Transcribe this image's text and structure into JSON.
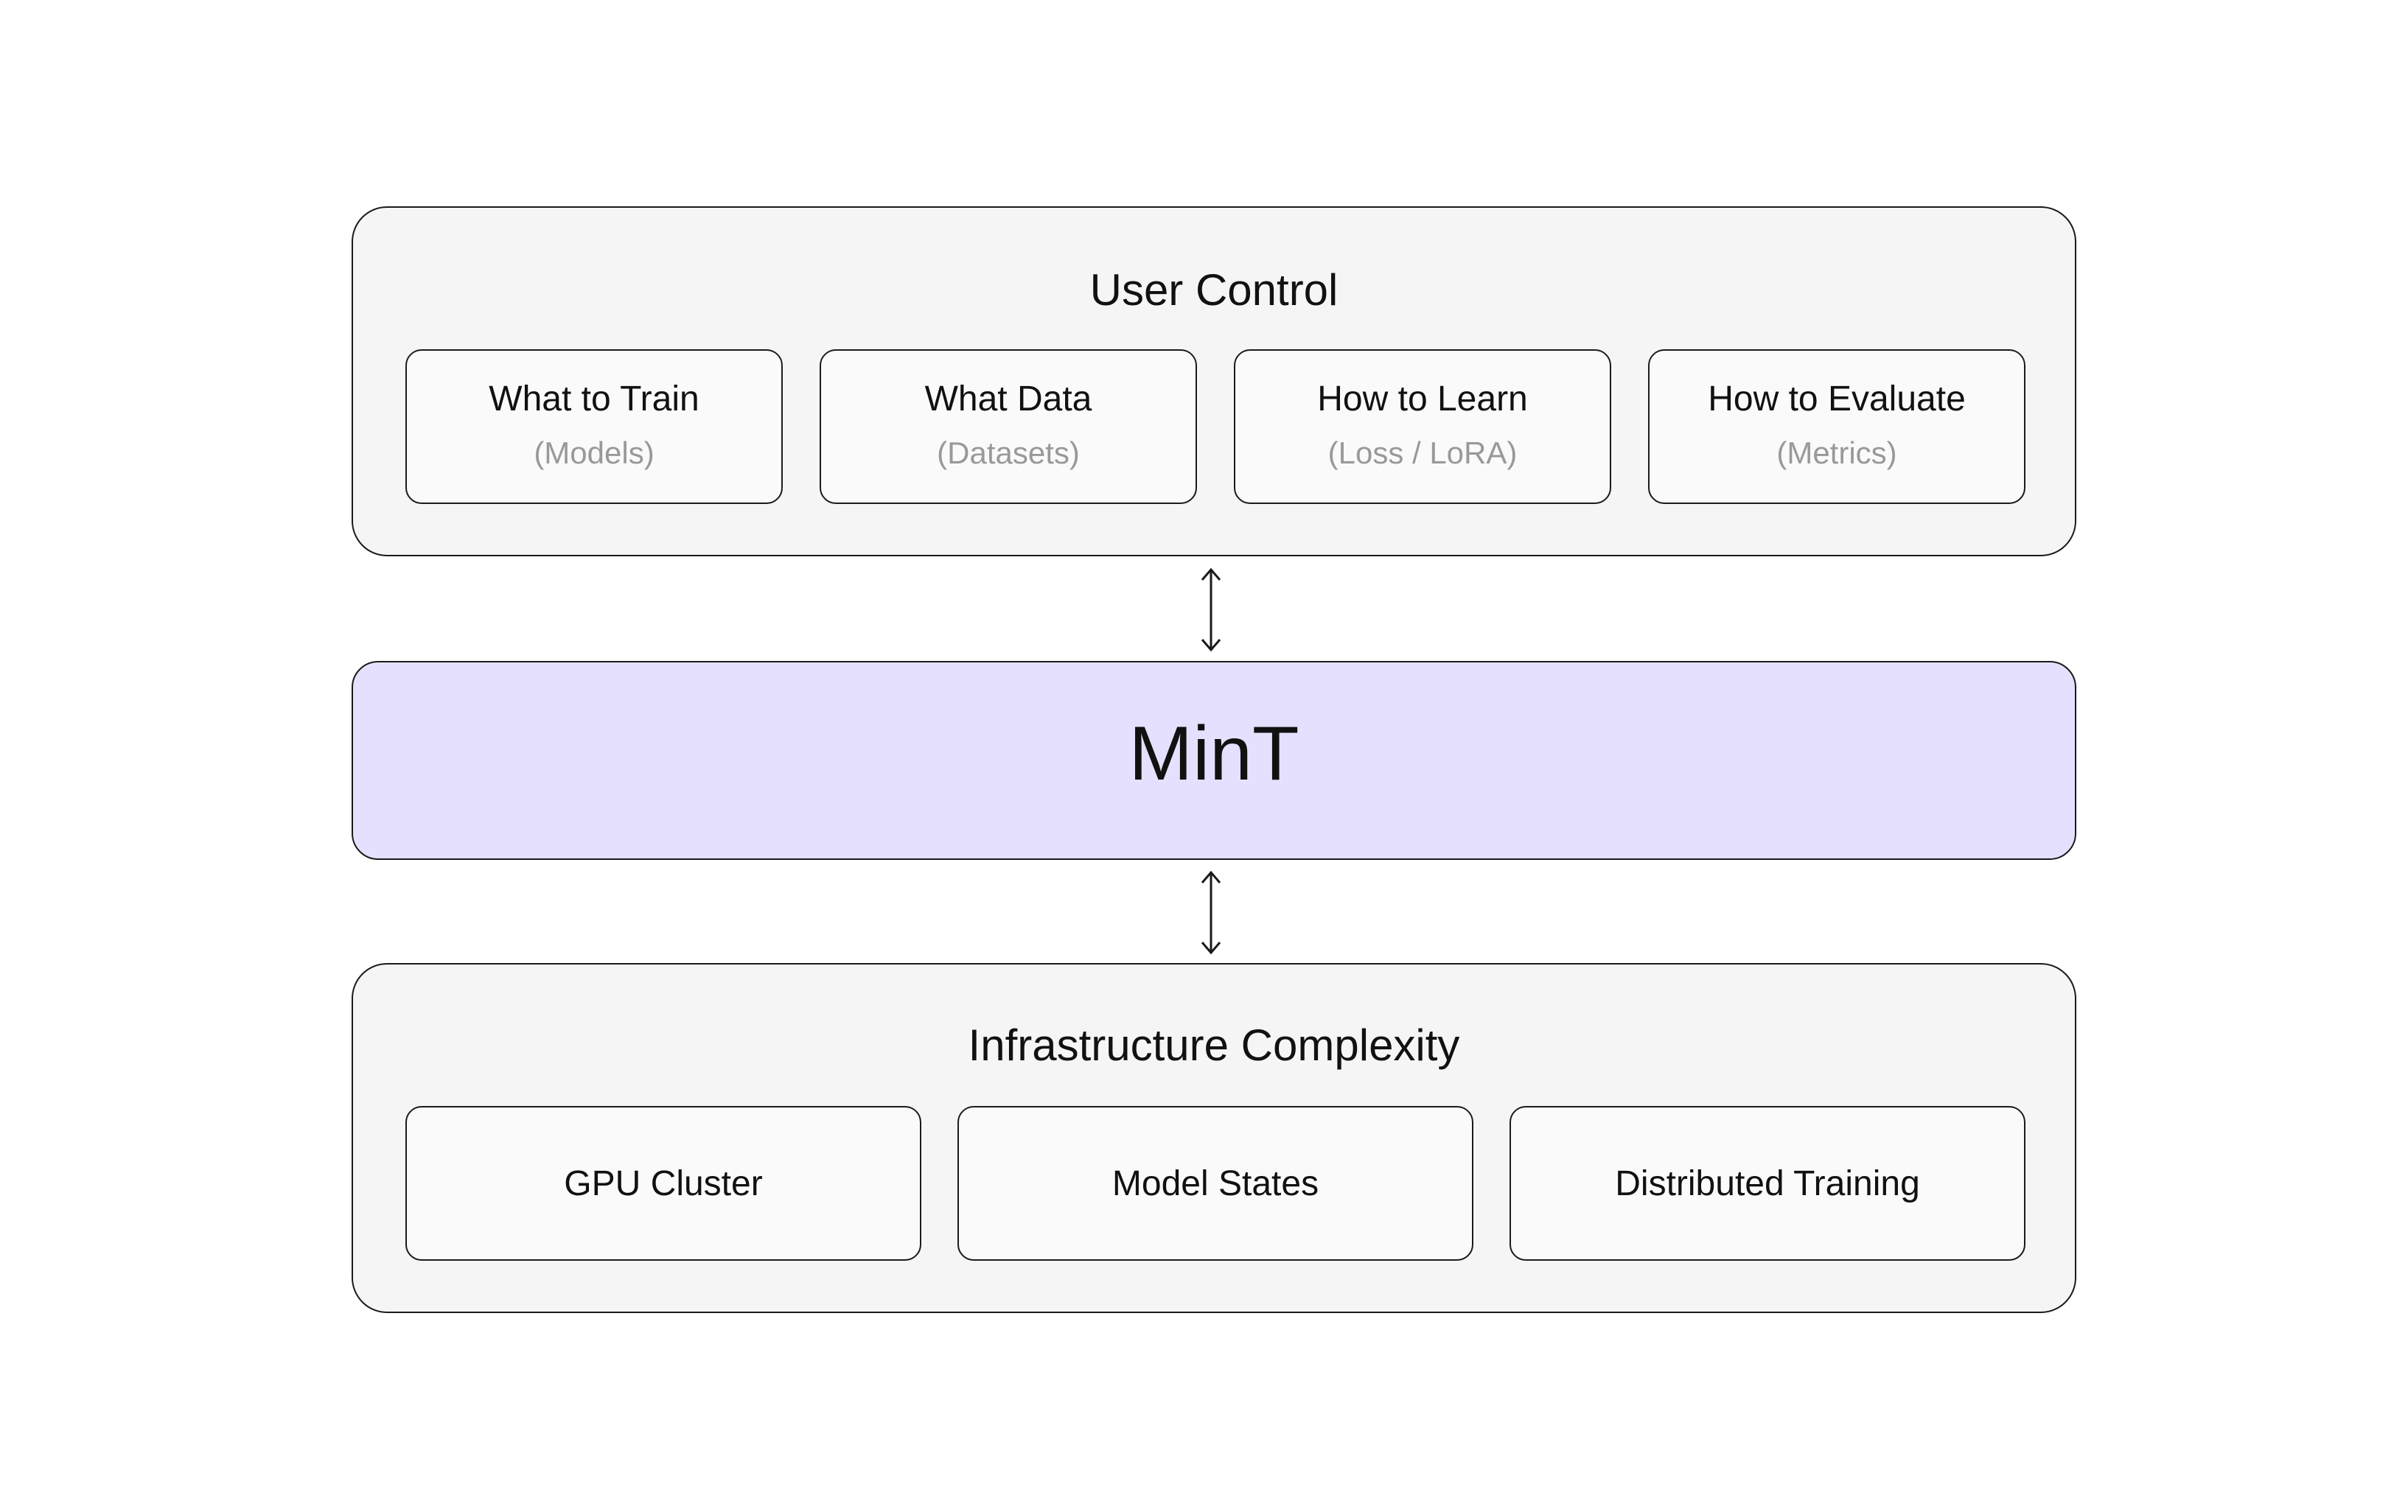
{
  "user_control": {
    "title": "User Control",
    "cards": [
      {
        "label": "What to Train",
        "sub": "(Models)"
      },
      {
        "label": "What Data",
        "sub": "(Datasets)"
      },
      {
        "label": "How to Learn",
        "sub": "(Loss / LoRA)"
      },
      {
        "label": "How to Evaluate",
        "sub": "(Metrics)"
      }
    ]
  },
  "mint": {
    "title": "MinT",
    "fill_color": "#e6e0ff"
  },
  "infrastructure": {
    "title": "Infrastructure Complexity",
    "cards": [
      {
        "label": "GPU Cluster"
      },
      {
        "label": "Model States"
      },
      {
        "label": "Distributed Training"
      }
    ]
  },
  "connectors": [
    {
      "icon": "double-arrow-vertical-icon"
    },
    {
      "icon": "double-arrow-vertical-icon"
    }
  ]
}
